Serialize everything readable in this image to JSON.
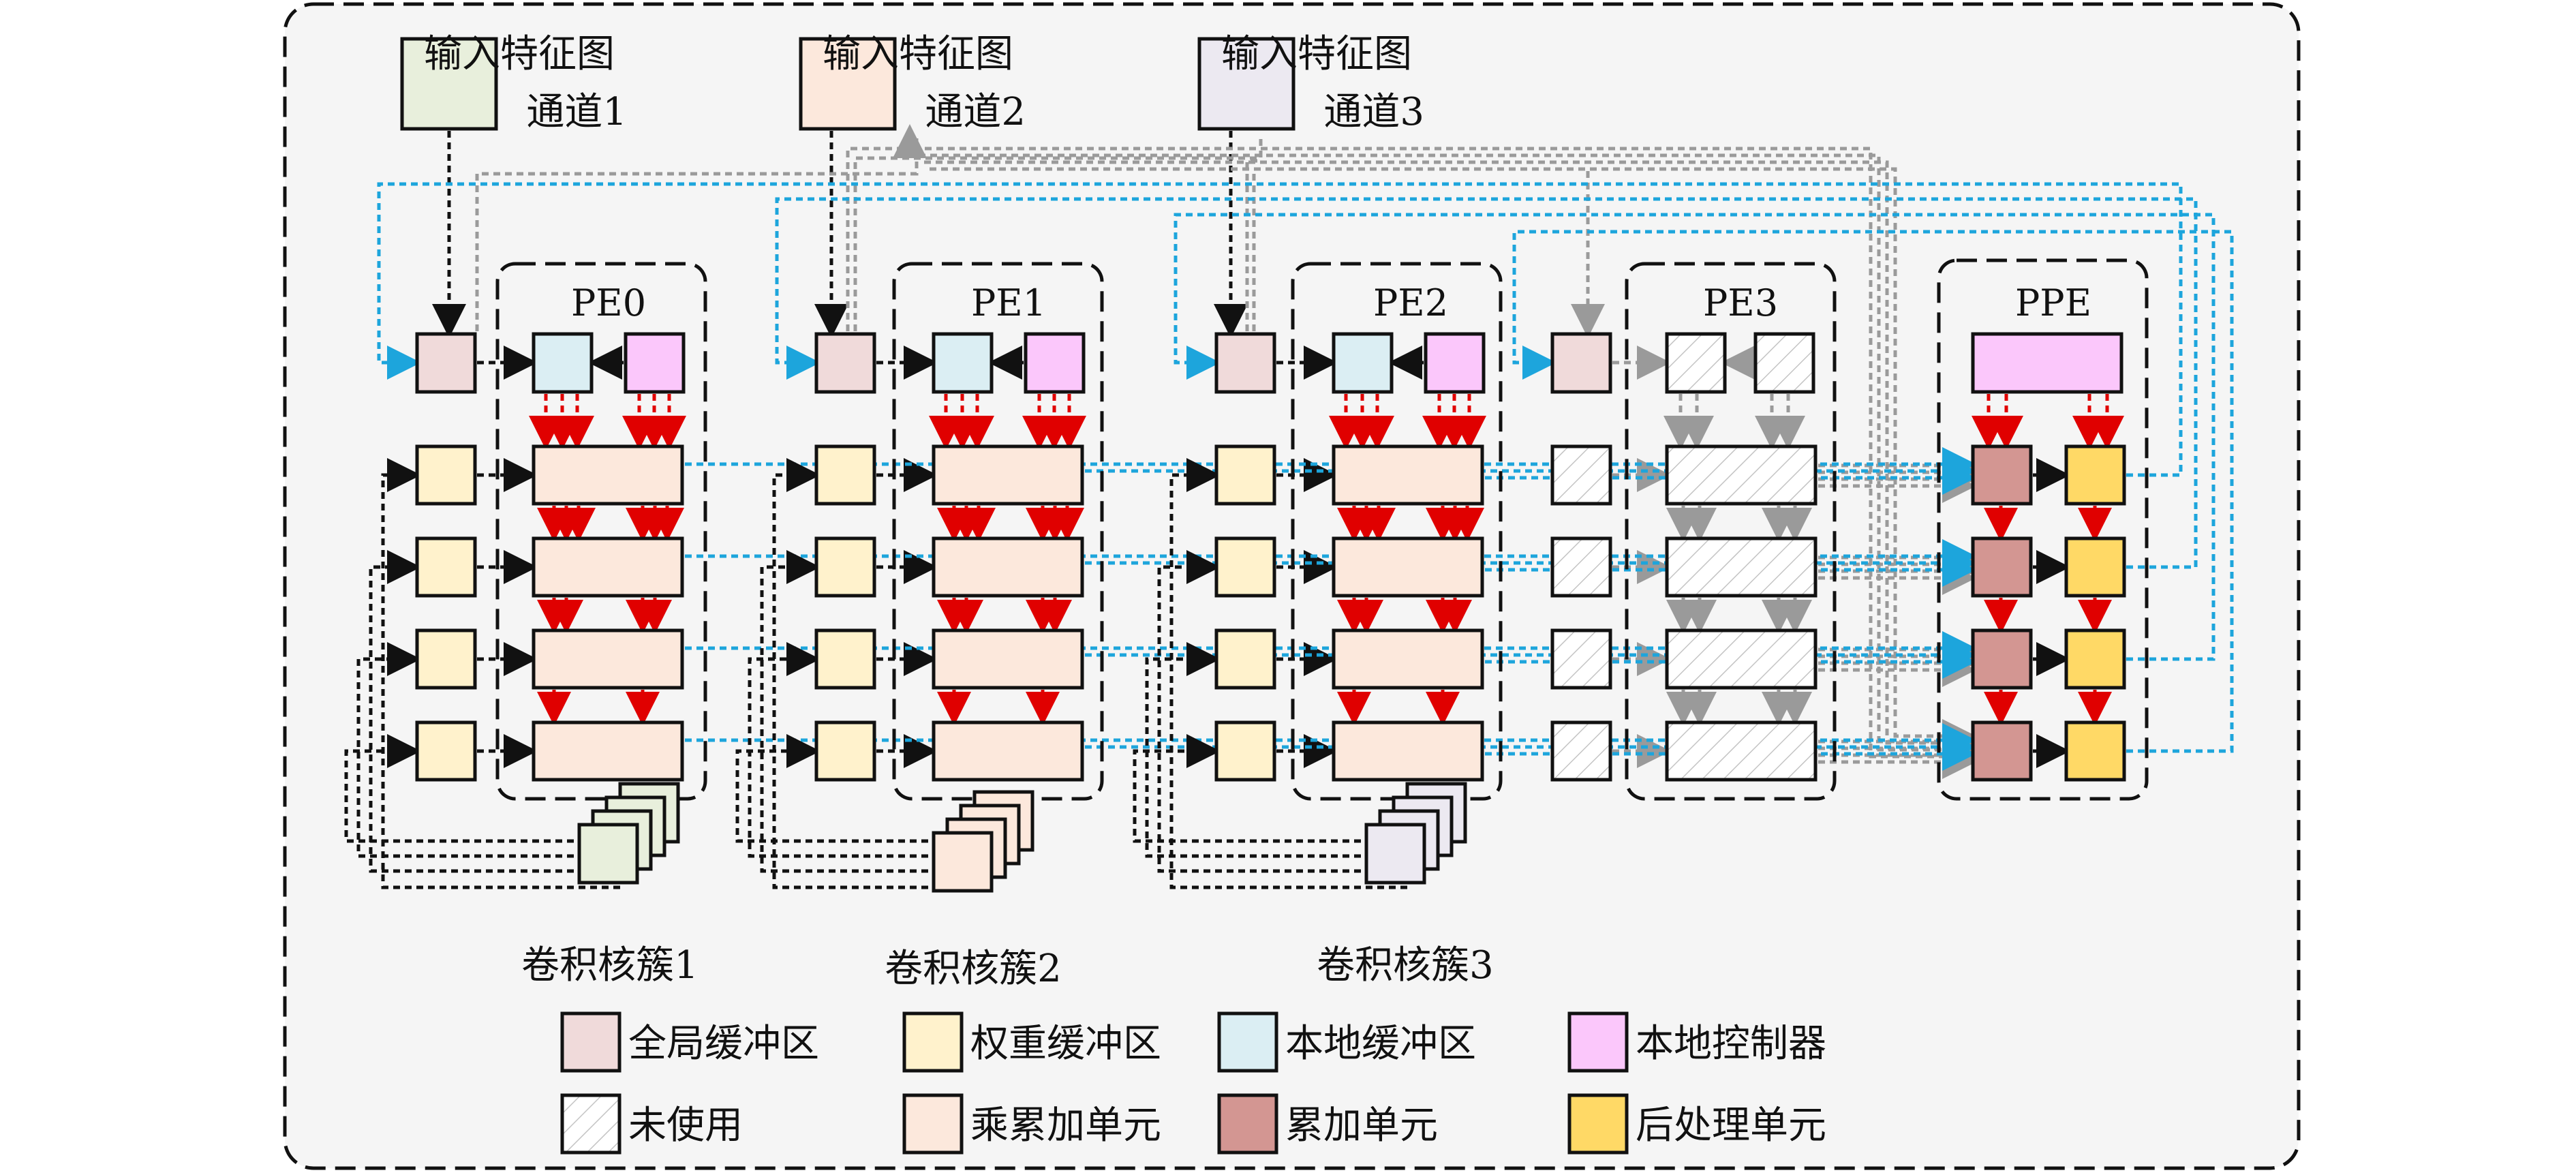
{
  "inputs": [
    {
      "line1": "输入特征图",
      "line2": "通道1",
      "color": "#e8efdc"
    },
    {
      "line1": "输入特征图",
      "line2": "通道2",
      "color": "#fce8dc"
    },
    {
      "line1": "输入特征图",
      "line2": "通道3",
      "color": "#ece9f1"
    }
  ],
  "pes": [
    "PE0",
    "PE1",
    "PE2",
    "PE3",
    "PPE"
  ],
  "clusters": [
    {
      "label": "卷积核簇1",
      "color": "#e8efdc"
    },
    {
      "label": "卷积核簇2",
      "color": "#fce8dc"
    },
    {
      "label": "卷积核簇3",
      "color": "#ece9f1"
    }
  ],
  "legend": [
    {
      "label": "全局缓冲区",
      "color": "#f0dada",
      "kind": "global"
    },
    {
      "label": "权重缓冲区",
      "color": "#fff2cc",
      "kind": "weight"
    },
    {
      "label": "本地缓冲区",
      "color": "#dbeef3",
      "kind": "local"
    },
    {
      "label": "本地控制器",
      "color": "#fbc7fb",
      "kind": "ctrl"
    },
    {
      "label": "未使用",
      "color": "#ffffff",
      "kind": "unused"
    },
    {
      "label": "乘累加单元",
      "color": "#fce8dc",
      "kind": "mac"
    },
    {
      "label": "累加单元",
      "color": "#d39692",
      "kind": "acc"
    },
    {
      "label": "后处理单元",
      "color": "#ffd966",
      "kind": "post"
    }
  ],
  "colors": {
    "background": "#f5f5f5",
    "black_arrow": "#111111",
    "gray_arrow": "#9a9a9a",
    "blue_arrow": "#1da5dc",
    "red_arrow": "#e00000"
  }
}
